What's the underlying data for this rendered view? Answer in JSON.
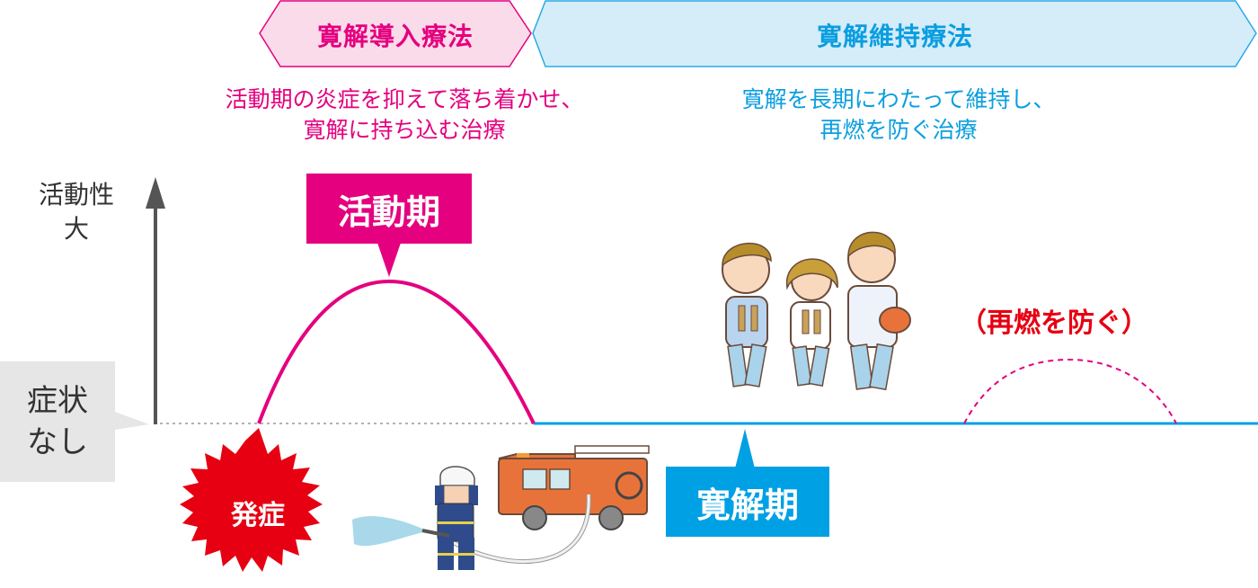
{
  "phases": {
    "induction": {
      "label": "寛解導入療法",
      "description_line1": "活動期の炎症を抑えて落ち着かせ、",
      "description_line2": "寛解に持ち込む治療",
      "color": "#e4007f",
      "fill": "#fadbe9"
    },
    "maintenance": {
      "label": "寛解維持療法",
      "description_line1": "寛解を長期にわたって維持し、",
      "description_line2": "再燃を防ぐ治療",
      "color": "#0a9ee0",
      "fill": "#d5ecf9"
    }
  },
  "axis": {
    "top_label_line1": "活動性",
    "top_label_line2": "大",
    "baseline_label_line1": "症状",
    "baseline_label_line2": "なし"
  },
  "callouts": {
    "active_phase": "活動期",
    "remission_phase": "寛解期",
    "onset": "発症",
    "relapse_prevention": "（再燃を防ぐ）"
  },
  "illustrations": {
    "firefighter": "firefighter-with-hose-and-fire-truck",
    "family": "family-walking-with-lantern"
  },
  "colors": {
    "active": "#e4007f",
    "remission": "#00a0e4",
    "onset": "#e60012",
    "axis": "#555555"
  }
}
